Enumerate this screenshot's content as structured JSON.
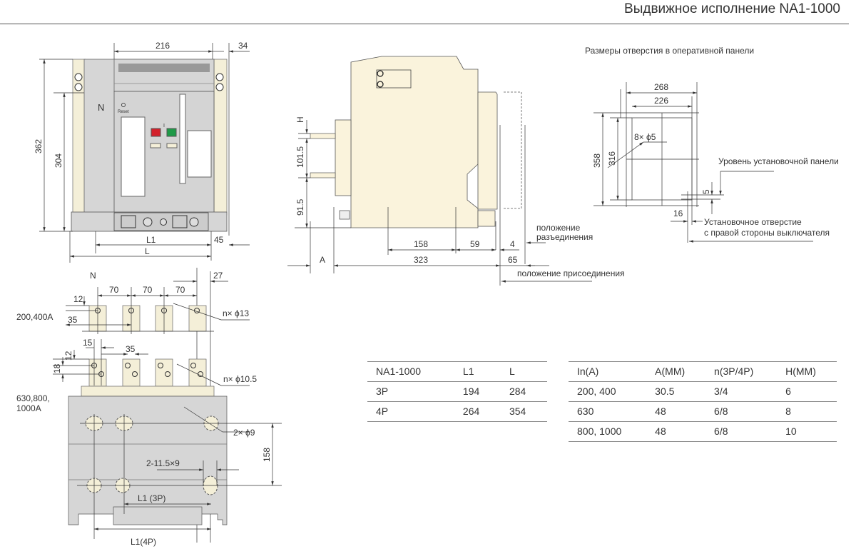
{
  "header": {
    "title": "Выдвижное исполнение NA1-1000"
  },
  "front_view": {
    "neutral_label": "N",
    "reset_label": "Reset",
    "on_mark": "I",
    "dims": {
      "width_216": "216",
      "right_34": "34",
      "height_362": "362",
      "height_304": "304",
      "L1": "L1",
      "L": "L",
      "right_45": "45"
    },
    "colors": {
      "body": "#d6d6d6",
      "rail": "#f4efd8",
      "off_button": "#d3212b",
      "on_button": "#1f9a48"
    }
  },
  "side_view": {
    "dims": {
      "H": "H",
      "d101_5": "101.5",
      "d91_5": "91.5",
      "d158": "158",
      "d59": "59",
      "d4": "4",
      "A": "A",
      "d323": "323",
      "d65": "65"
    },
    "disconnect_label_line1": "положение",
    "disconnect_label_line2": "разъединения",
    "connect_label": "положение присоединения",
    "colors": {
      "body": "#faf3dc"
    }
  },
  "panel_cutout": {
    "title": "Размеры отверстия в оперативной панели",
    "dims": {
      "w268": "268",
      "w226": "226",
      "h358": "358",
      "h316": "316",
      "holes": "8× ϕ5",
      "d5": "5",
      "d16": "16"
    },
    "panel_level_label": "Уровень установочной панели",
    "hole_label_line1": "Установочное отверстие",
    "hole_label_line2": "с правой стороны выключателя"
  },
  "terminals": {
    "neutral_label": "N",
    "d27": "27",
    "pitch": "70",
    "rating_low": "200,400A",
    "rating_high_line1": "630,800,",
    "rating_high_line2": "1000A",
    "d12": "12",
    "d35": "35",
    "d15": "15",
    "d18": "18",
    "holes_13": "n× ϕ13",
    "holes_10_5": "n× ϕ10.5",
    "holes_9": "2× ϕ9",
    "slots": "2-11.5×9",
    "d158": "158",
    "L1_3P": "L1 (3P)",
    "L1_4P": "L1(4P)"
  },
  "table_dimensions": {
    "headers": [
      "NA1-1000",
      "L1",
      "L"
    ],
    "rows": [
      [
        "3P",
        "194",
        "284"
      ],
      [
        "4P",
        "264",
        "354"
      ]
    ]
  },
  "table_ratings": {
    "headers": [
      "In(A)",
      "A(MM)",
      "n(3P/4P)",
      "H(MM)"
    ],
    "rows": [
      [
        "200,  400",
        "30.5",
        "3/4",
        "6"
      ],
      [
        "630",
        "48",
        "6/8",
        "8"
      ],
      [
        "800,  1000",
        "48",
        "6/8",
        "10"
      ]
    ]
  }
}
